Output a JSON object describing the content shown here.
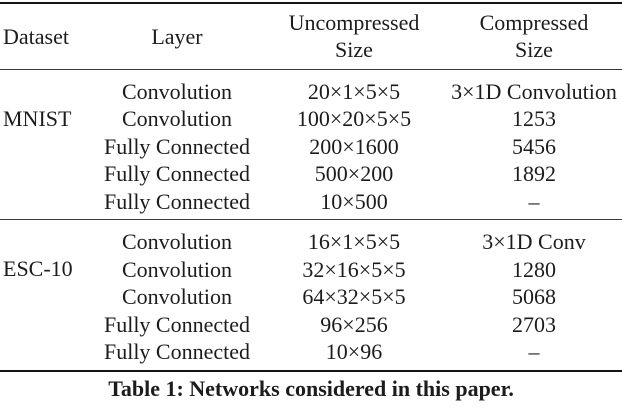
{
  "table": {
    "columns": {
      "dataset": "Dataset",
      "layer": "Layer",
      "uncompressed": "Uncompressed\nSize",
      "compressed": "Compressed\nSize"
    },
    "sections": [
      {
        "dataset": "MNIST",
        "rows": [
          {
            "layer": "Convolution",
            "uncompressed": "20×1×5×5",
            "compressed": "3×1D Convolution"
          },
          {
            "layer": "Convolution",
            "uncompressed": "100×20×5×5",
            "compressed": "1253"
          },
          {
            "layer": "Fully Connected",
            "uncompressed": "200×1600",
            "compressed": "5456"
          },
          {
            "layer": "Fully Connected",
            "uncompressed": "500×200",
            "compressed": "1892"
          },
          {
            "layer": "Fully Connected",
            "uncompressed": "10×500",
            "compressed": "–"
          }
        ]
      },
      {
        "dataset": "ESC-10",
        "rows": [
          {
            "layer": "Convolution",
            "uncompressed": "16×1×5×5",
            "compressed": "3×1D Conv"
          },
          {
            "layer": "Convolution",
            "uncompressed": "32×16×5×5",
            "compressed": "1280"
          },
          {
            "layer": "Convolution",
            "uncompressed": "64×32×5×5",
            "compressed": "5068"
          },
          {
            "layer": "Fully Connected",
            "uncompressed": "96×256",
            "compressed": "2703"
          },
          {
            "layer": "Fully Connected",
            "uncompressed": "10×96",
            "compressed": "–"
          }
        ]
      }
    ],
    "caption": "Table 1: Networks considered in this paper."
  },
  "colors": {
    "background": "#ffffff",
    "text": "#1c1c1c",
    "rule_heavy": "#151515",
    "rule_light": "#3a3a3a"
  }
}
